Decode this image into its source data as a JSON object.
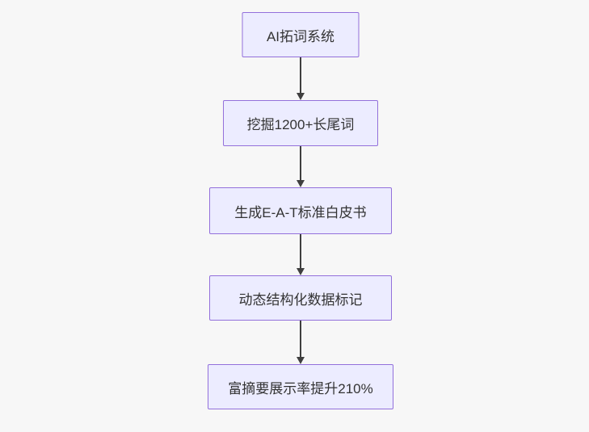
{
  "diagram": {
    "type": "flowchart",
    "direction": "top-down",
    "nodes": [
      {
        "label": "AI拓词系统"
      },
      {
        "label": "挖掘1200+长尾词"
      },
      {
        "label": "生成E-A-T标准白皮书"
      },
      {
        "label": "动态结构化数据标记"
      },
      {
        "label": "富摘要展示率提升210%"
      }
    ],
    "edges": [
      {
        "from": 0,
        "to": 1
      },
      {
        "from": 1,
        "to": 2
      },
      {
        "from": 2,
        "to": 3
      },
      {
        "from": 3,
        "to": 4
      }
    ],
    "colors": {
      "background": "#f7f7f7",
      "node_fill": "#ececff",
      "node_border": "#9370db",
      "text": "#333333",
      "arrow": "#3f3f3f"
    }
  }
}
